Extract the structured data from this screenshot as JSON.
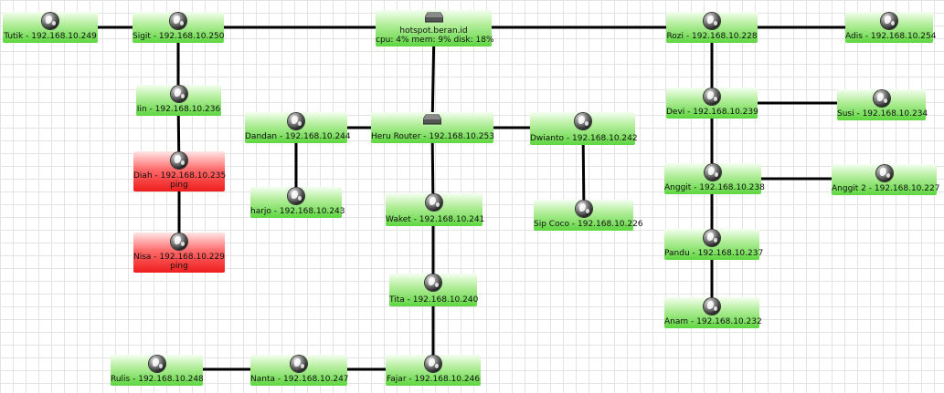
{
  "nodes": [
    {
      "id": "tutik",
      "label": "Tutik - 192.168.10.249",
      "status": "up",
      "icon": "globe-icon"
    },
    {
      "id": "sigit",
      "label": "Sigit - 192.168.10.250",
      "status": "up",
      "icon": "globe-icon"
    },
    {
      "id": "hotspot",
      "label": "hotspot.beran.id",
      "label2": "cpu: 4% mem: 9% disk: 18%",
      "status": "up",
      "icon": "router-icon"
    },
    {
      "id": "rozi",
      "label": "Rozi - 192.168.10.228",
      "status": "up",
      "icon": "globe-icon"
    },
    {
      "id": "adis",
      "label": "Adis - 192.168.10.254",
      "status": "up",
      "icon": "globe-icon"
    },
    {
      "id": "iin",
      "label": "Iin - 192.168.10.236",
      "status": "up",
      "icon": "globe-icon"
    },
    {
      "id": "devi",
      "label": "Devi - 192.168.10.239",
      "status": "up",
      "icon": "globe-icon"
    },
    {
      "id": "susi",
      "label": "Susi - 192.168.10.234",
      "status": "up",
      "icon": "globe-icon"
    },
    {
      "id": "dandan",
      "label": "Dandan - 192.168.10.244",
      "status": "up",
      "icon": "globe-icon"
    },
    {
      "id": "heru",
      "label": "Heru Router - 192.168.10.253",
      "status": "up",
      "icon": "router-icon"
    },
    {
      "id": "dwianto",
      "label": "Dwianto - 192.168.10.242",
      "status": "up",
      "icon": "globe-icon"
    },
    {
      "id": "diah",
      "label": "Diah - 192.168.10.235",
      "label2": "ping",
      "status": "down",
      "icon": "globe-icon"
    },
    {
      "id": "anggit",
      "label": "Anggit - 192.168.10.238",
      "status": "up",
      "icon": "globe-icon"
    },
    {
      "id": "anggit2",
      "label": "Anggit 2 - 192.168.10.227",
      "status": "up",
      "icon": "globe-icon"
    },
    {
      "id": "harjo",
      "label": "harjo - 192.168.10.243",
      "status": "up",
      "icon": "globe-icon"
    },
    {
      "id": "waket",
      "label": "Waket - 192.168.10.241",
      "status": "up",
      "icon": "globe-icon"
    },
    {
      "id": "sipcoco",
      "label": "Sip Coco - 192.168.10.226",
      "status": "up",
      "icon": "globe-icon"
    },
    {
      "id": "nisa",
      "label": "Nisa - 192.168.10.229",
      "label2": "ping",
      "status": "down",
      "icon": "globe-icon"
    },
    {
      "id": "pandu",
      "label": "Pandu - 192.168.10.237",
      "status": "up",
      "icon": "globe-icon"
    },
    {
      "id": "tita",
      "label": "Tita - 192.168.10.240",
      "status": "up",
      "icon": "globe-icon"
    },
    {
      "id": "anam",
      "label": "Anam - 192.168.10.232",
      "status": "up",
      "icon": "globe-icon"
    },
    {
      "id": "rulis",
      "label": "Rulis - 192.168.10.248",
      "status": "up",
      "icon": "globe-icon"
    },
    {
      "id": "nanta",
      "label": "Nanta - 192.168.10.247",
      "status": "up",
      "icon": "globe-icon"
    },
    {
      "id": "fajar",
      "label": "Fajar - 192.168.10.246",
      "status": "up",
      "icon": "globe-icon"
    }
  ],
  "links": [
    [
      "tutik",
      "sigit"
    ],
    [
      "sigit",
      "hotspot"
    ],
    [
      "hotspot",
      "rozi"
    ],
    [
      "rozi",
      "adis"
    ],
    [
      "sigit",
      "iin"
    ],
    [
      "iin",
      "diah"
    ],
    [
      "diah",
      "nisa"
    ],
    [
      "hotspot",
      "heru"
    ],
    [
      "dandan",
      "heru"
    ],
    [
      "heru",
      "dwianto"
    ],
    [
      "dandan",
      "harjo"
    ],
    [
      "dwianto",
      "sipcoco"
    ],
    [
      "heru",
      "waket"
    ],
    [
      "waket",
      "tita"
    ],
    [
      "tita",
      "fajar"
    ],
    [
      "fajar",
      "nanta"
    ],
    [
      "nanta",
      "rulis"
    ],
    [
      "rozi",
      "devi"
    ],
    [
      "devi",
      "susi"
    ],
    [
      "devi",
      "anggit"
    ],
    [
      "anggit",
      "anggit2"
    ],
    [
      "anggit",
      "pandu"
    ],
    [
      "pandu",
      "anam"
    ]
  ],
  "colors": {
    "up": "#5ed640",
    "down": "#ee1d1d",
    "link": "#000000"
  }
}
